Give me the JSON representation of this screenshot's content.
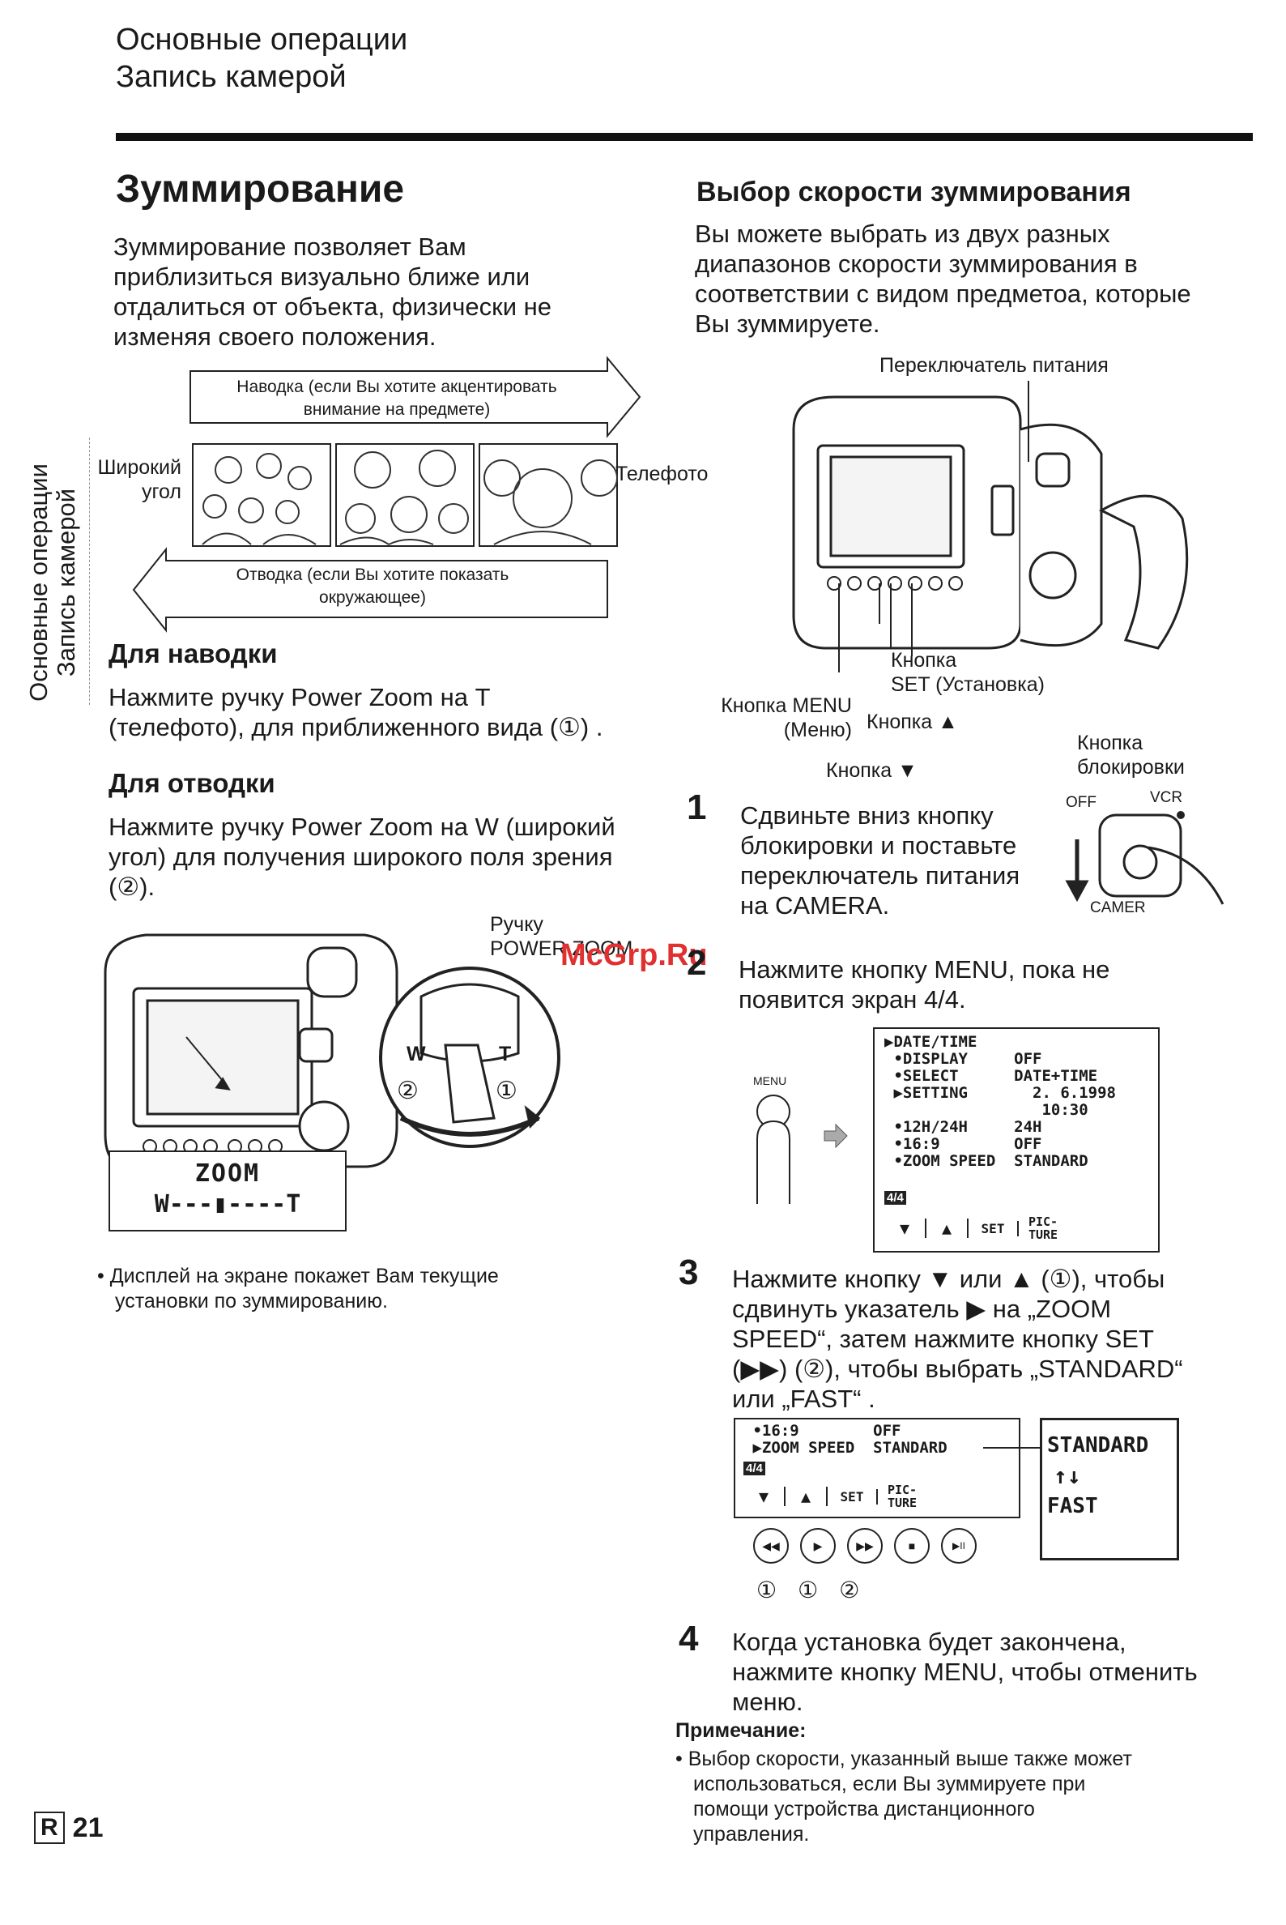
{
  "header": {
    "line1": "Основные операции",
    "line2": "Запись камерой"
  },
  "side_tab": {
    "line1": "Основные операции",
    "line2": "Запись камерой"
  },
  "left": {
    "title": "Зуммирование",
    "intro": [
      "Зуммирование позволяет Вам",
      "приблизиться визуально ближе или",
      "отдалиться от объекта, физически не",
      "изменяя своего положения."
    ],
    "arrow_top": [
      "Наводка (если Вы хотите акцентировать",
      "внимание на предмете)"
    ],
    "arrow_bottom": [
      "Отводка (если Вы хотите показать",
      "окружающее)"
    ],
    "wide_label": [
      "Широкий",
      "угол"
    ],
    "tele_label": "Телефото",
    "zoom_in": {
      "heading": "Для наводки",
      "text": [
        "Нажмите ручку Power Zoom на T",
        "(телефото), для приближенного вида (①) ."
      ]
    },
    "zoom_out": {
      "heading": "Для отводки",
      "text": [
        "Нажмите ручку Power Zoom на W (широкий",
        "угол) для получения широкого поля зрения",
        "(②)."
      ]
    },
    "knob_label": [
      "Ручку",
      "POWER ZOOM"
    ],
    "zoom_display": {
      "title": "ZOOM",
      "bar": "W---▮----T"
    },
    "dial_w": "W",
    "dial_t": "T",
    "mark1": "①",
    "mark2": "②",
    "note": [
      "• Дисплей на экране покажет Вам текущие",
      "установки по зуммированию."
    ]
  },
  "watermark": "McGrp.Ru",
  "right": {
    "title": "Выбор скорости зуммирования",
    "intro": [
      "Вы можете выбрать из двух разных",
      "диапазонов скорости зуммирования в",
      "соответствии с видом предметоа, которые",
      "Вы зуммируете."
    ],
    "labels": {
      "power_switch": "Переключатель питания",
      "set_button": [
        "Кнопка",
        "SET (Установка)"
      ],
      "menu_button": [
        "Кнопка MENU",
        "(Меню)"
      ],
      "up_button": "Кнопка ▲",
      "down_button": "Кнопка ▼",
      "lock_button": [
        "Кнопка",
        "блокировки"
      ],
      "off": "OFF",
      "vcr": "VCR",
      "camera": "CAMER"
    },
    "steps": [
      {
        "num": "1",
        "text": [
          "Сдвиньте вниз кнопку",
          "блокировки и поставьте",
          "переключатель питания",
          "на CAMERA."
        ]
      },
      {
        "num": "2",
        "text": [
          "Нажмите кнопку MENU, пока не",
          "появится экран 4/4."
        ]
      },
      {
        "num": "3",
        "text": [
          "Нажмите кнопку ▼ или ▲ (①), чтобы",
          "сдвинуть указатель ▶ на „ZOOM",
          "SPEED“, затем нажмите кнопку SET",
          "(▶▶) (②), чтобы выбрать „STANDARD“",
          "или „FAST“ ."
        ]
      },
      {
        "num": "4",
        "text": [
          "Когда  установка будет закончена,",
          "нажмите кнопку MENU, чтобы отменить",
          "меню."
        ]
      }
    ],
    "menu_label": "MENU",
    "menu_screen": [
      "▶DATE/TIME",
      " •DISPLAY     OFF",
      " •SELECT      DATE+TIME",
      " ▶SETTING       2. 6.1998",
      "                 10:30",
      " •12H/24H     24H",
      " •16:9        OFF",
      " •ZOOM SPEED  STANDARD"
    ],
    "menu_footer": {
      "page": "4/4",
      "down": "▼",
      "up": "▲",
      "set": "SET",
      "pic": "PIC-",
      "ture": "TURE"
    },
    "menu2_screen": [
      " •16:9        OFF",
      " ▶ZOOM SPEED  STANDARD"
    ],
    "speed_options": {
      "standard": "STANDARD",
      "arrows": "↑↓",
      "fast": "FAST"
    },
    "remote_buttons": [
      "◀◀",
      "▶",
      "▶▶",
      "■",
      "▶II"
    ],
    "remote_marks": [
      "①",
      "①",
      "②"
    ],
    "note_heading": "Примечание:",
    "note": [
      "• Выбор скорости, указанный выше также может",
      "использоваться, если Вы зуммируете при",
      "помощи устройства дистанционного",
      "управления."
    ]
  },
  "footer": {
    "lang": "R",
    "page": "21"
  }
}
